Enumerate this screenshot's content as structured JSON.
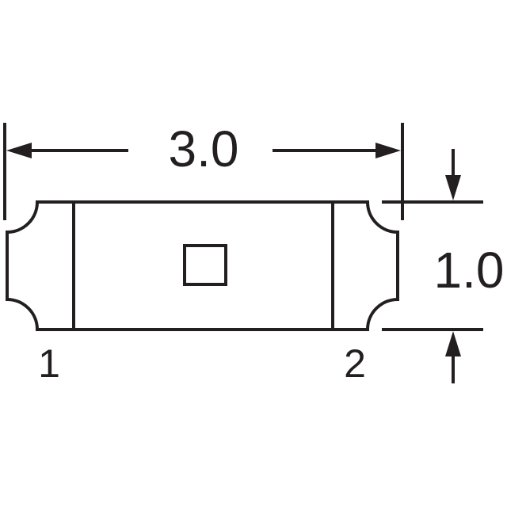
{
  "drawing": {
    "width_label": "3.0",
    "height_label": "1.0",
    "pin_1_label": "1",
    "pin_2_label": "2",
    "ink_color": "#231f20",
    "background_color": "#ffffff"
  }
}
